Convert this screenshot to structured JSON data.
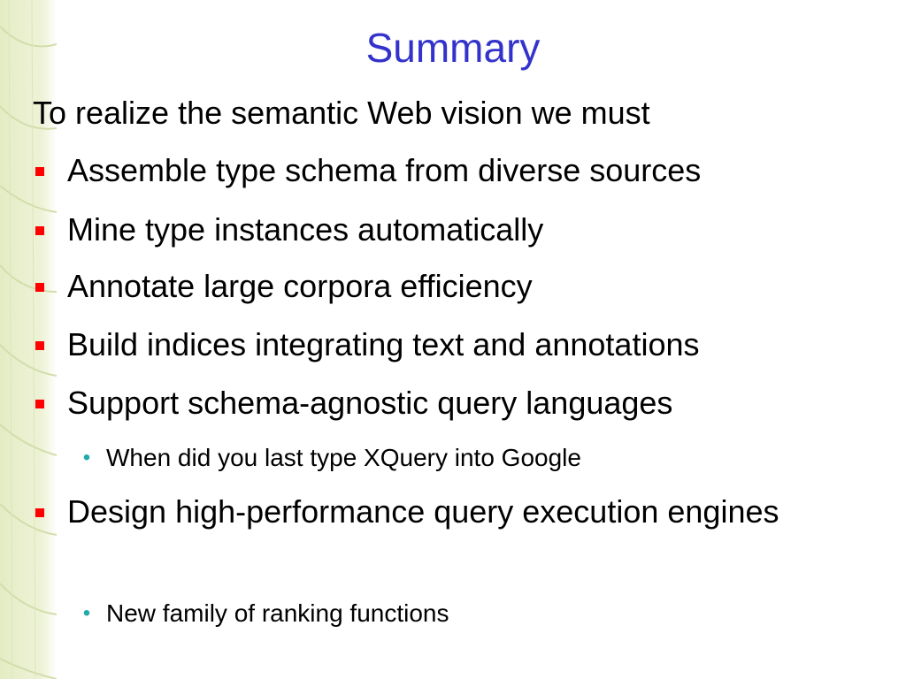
{
  "slide": {
    "title": "Summary",
    "intro": "To realize the semantic Web vision we must",
    "bullets": [
      {
        "text": "Assemble type schema from diverse sources"
      },
      {
        "text": "Mine type instances automatically"
      },
      {
        "text": "Annotate large corpora efficiency"
      },
      {
        "text": "Build indices integrating text and annotations"
      },
      {
        "text": "Support schema-agnostic query languages"
      },
      {
        "text": "When did you last type XQuery into Google"
      },
      {
        "text": "Design high-performance query execution engines"
      },
      {
        "text": "New family of ranking functions"
      }
    ],
    "colors": {
      "title": "#3333cc",
      "main_bullet": "#ff0000",
      "sub_bullet": "#22aaaa",
      "leaf_background": "#eef3d6"
    },
    "icons": {
      "main_bullet": "red-square-bullet-icon",
      "sub_bullet": "teal-dot-bullet-icon",
      "background": "leaf-texture"
    }
  }
}
